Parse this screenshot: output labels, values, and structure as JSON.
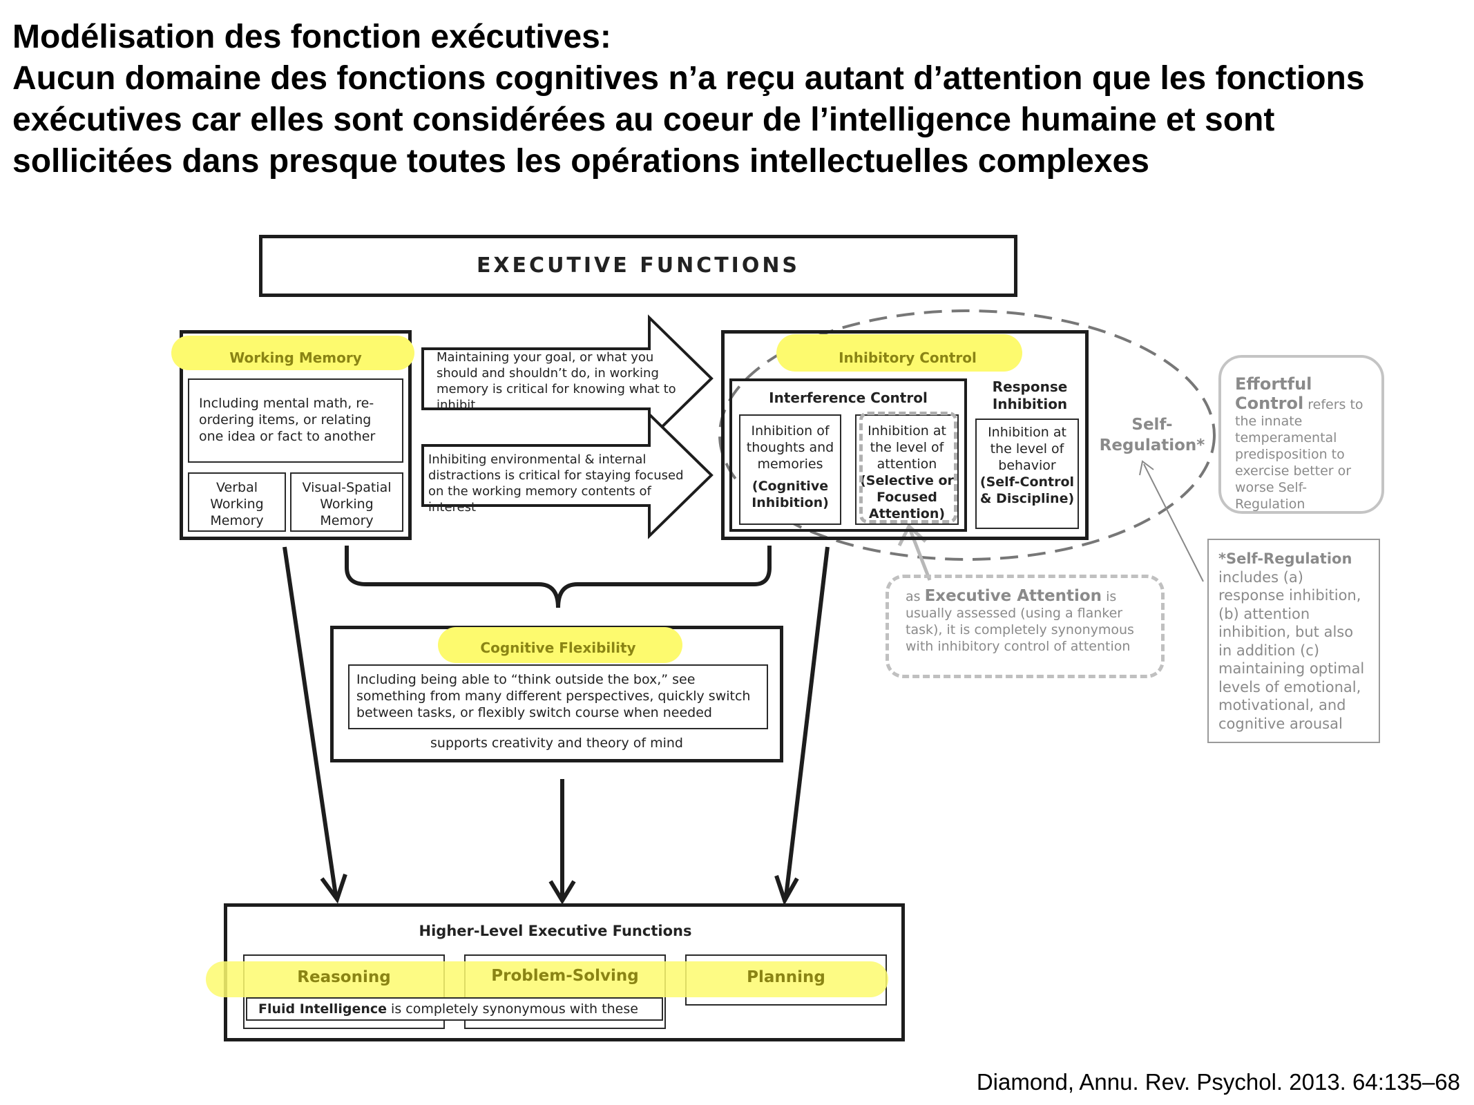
{
  "heading": {
    "line1": "Modélisation des fonction exécutives:",
    "line2": "Aucun domaine des fonctions cognitives n’a reçu autant d’attention que les fonctions",
    "line3": "exécutives car elles sont considérées au coeur de l’intelligence humaine et sont",
    "line4": "sollicitées dans presque toutes les opérations intellectuelles complexes"
  },
  "diagram": {
    "title": "EXECUTIVE FUNCTIONS",
    "working_memory": {
      "label": "Working Memory",
      "desc": "Including mental math, re-ordering items, or relating one idea or fact to another",
      "verbal": "Verbal Working Memory",
      "visual_spatial": "Visual-Spatial Working Memory"
    },
    "arrow_top_text": "Maintaining your goal, or what you should and shouldn’t do, in working memory is critical for knowing what to inhibit",
    "arrow_bottom_text": "Inhibiting environmental & internal distractions is critical for staying focused on the working memory contents of interest",
    "inhibitory_control": {
      "label": "Inhibitory Control",
      "interference_title": "Interference Control",
      "cog_inhib_text": "Inhibition of thoughts and memories",
      "cog_inhib_bold": "(Cognitive Inhibition)",
      "attention_text": "Inhibition at the level of attention",
      "attention_bold": "(Selective or Focused Attention)",
      "response_title": "Response Inhibition",
      "response_text": "Inhibition at the level of behavior",
      "response_bold": "(Self-Control & Discipline)"
    },
    "self_regulation": "Self-Regulation*",
    "effortful": {
      "bold": "Effortful Control",
      "text": " refers to the innate temperamental predisposition to exercise better or worse Self-Regulation"
    },
    "executive_attention": {
      "pre": "as ",
      "bold": "Executive Attention",
      "post": " is usually assessed (using a flanker task), it is completely synonymous with inhibitory control of attention"
    },
    "self_reg_note": {
      "title": "*Self-Regulation",
      "text": "includes (a) response inhibition, (b) attention inhibition, but also in addition (c) maintaining optimal levels of emotional, motivational, and cognitive arousal"
    },
    "cognitive_flexibility": {
      "label": "Cognitive Flexibility",
      "desc": "Including being able to “think outside the box,” see something from many different perspectives, quickly switch between tasks, or flexibly switch course when needed",
      "supports": "supports creativity and theory of mind"
    },
    "higher_level": {
      "title": "Higher-Level Executive Functions",
      "reasoning": "Reasoning",
      "problem_solving": "Problem-Solving",
      "planning": "Planning",
      "fluid_bold": "Fluid Intelligence",
      "fluid_text": " is completely synonymous with these"
    }
  },
  "citation": "Diamond, Annu. Rev. Psychol. 2013. 64:135–68",
  "colors": {
    "highlight": "#fdfa6e",
    "olive_text": "#8a8414",
    "grey_text": "#8a8a8a",
    "dark": "#1d1d1d"
  }
}
